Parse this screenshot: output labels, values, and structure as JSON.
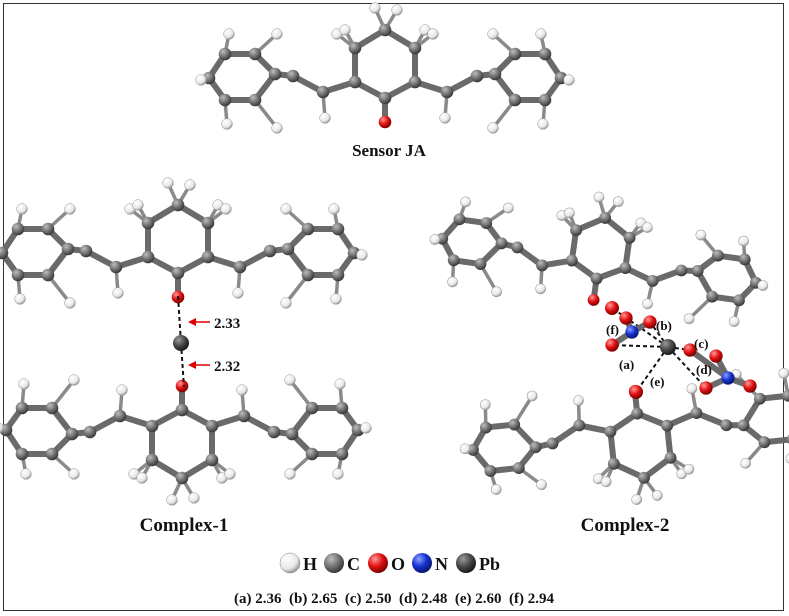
{
  "labels": {
    "sensor": "Sensor JA",
    "complex1": "Complex-1",
    "complex2": "Complex-2"
  },
  "distances_complex1": {
    "top": "2.33",
    "bottom": "2.32"
  },
  "complex2_tags": [
    "(f)",
    "(b)",
    "(c)",
    "(a)",
    "(d)",
    "(e)"
  ],
  "legend": [
    {
      "symbol": "H",
      "color": "#f2f2f2"
    },
    {
      "symbol": "C",
      "color": "#666666"
    },
    {
      "symbol": "O",
      "color": "#e01010"
    },
    {
      "symbol": "N",
      "color": "#1530d0"
    },
    {
      "symbol": "Pb",
      "color": "#4a4a4a"
    }
  ],
  "bond_lengths_text": "(a) 2.36  (b) 2.65  (c) 2.50  (d) 2.48  (e) 2.60  (f) 2.94",
  "colors": {
    "carbon": "#666666",
    "hydrogen": "#f2f2f2",
    "oxygen": "#e01010",
    "nitrogen": "#1530d0",
    "lead": "#4a4a4a",
    "arrow": "#e00000"
  }
}
